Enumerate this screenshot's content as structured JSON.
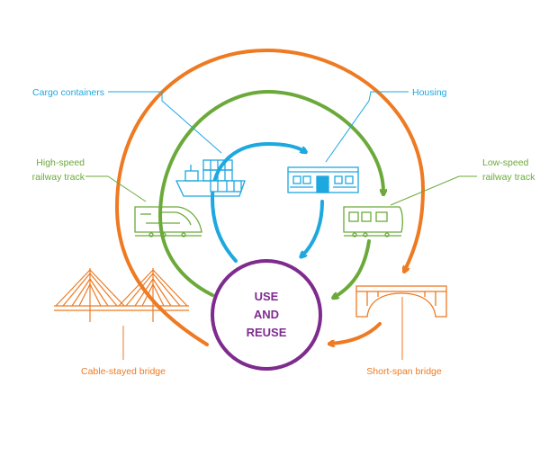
{
  "colors": {
    "orange": "#EE7A22",
    "green": "#6BAA3A",
    "blue": "#1DA8DF",
    "purple": "#7E2B8E"
  },
  "center": {
    "line1": "USE",
    "line2": "AND",
    "line3": "REUSE"
  },
  "labels": {
    "cargo": "Cargo containers",
    "housing": "Housing",
    "highspeed_1": "High-speed",
    "highspeed_2": "railway track",
    "lowspeed_1": "Low-speed",
    "lowspeed_2": "railway track",
    "cable": "Cable-stayed bridge",
    "shortspan": "Short-span bridge"
  },
  "icons": [
    "cargo-ship-icon",
    "housing-icon",
    "high-speed-train-icon",
    "low-speed-train-icon",
    "cable-stayed-bridge-icon",
    "short-span-bridge-icon"
  ]
}
